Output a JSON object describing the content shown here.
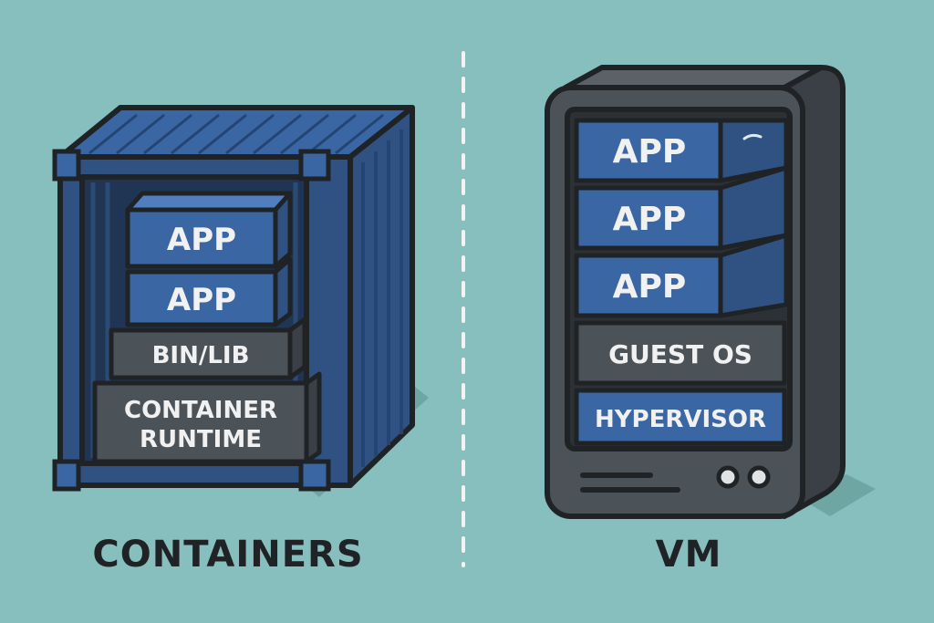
{
  "containers": {
    "caption": "CONTAINERS",
    "layers": {
      "app_top": "APP",
      "app_bottom": "APP",
      "bin_lib": "BIN/LIB",
      "runtime_line1": "CONTAINER",
      "runtime_line2": "RUNTIME"
    }
  },
  "vm": {
    "caption": "VM",
    "layers": {
      "app_1": "APP",
      "app_2": "APP",
      "app_3": "APP",
      "guest_os": "GUEST OS",
      "hypervisor": "HYPERVISOR"
    }
  },
  "colors": {
    "background": "#86bfbd",
    "blue": "#3a66a3",
    "dark_blue": "#2f5283",
    "gray": "#4b5258",
    "outline": "#1f2326",
    "text_light": "#f1f1f1"
  }
}
